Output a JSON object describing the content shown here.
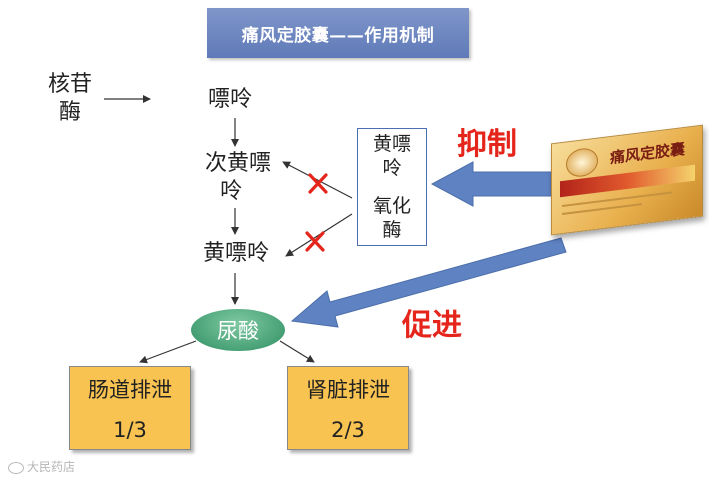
{
  "title": "痛风定胶囊——作用机制",
  "pathway": {
    "nucleoside": [
      "核苷",
      "酶"
    ],
    "purine": "嘌呤",
    "hypoxanthine": [
      "次黄嘌",
      "呤"
    ],
    "xanthine": "黄嘌呤",
    "uric_acid": "尿酸"
  },
  "enzyme": {
    "line1": [
      "黄嘌",
      "呤"
    ],
    "line2": [
      "氧化",
      "酶"
    ]
  },
  "labels": {
    "inhibit": "抑制",
    "promote": "促进"
  },
  "excretion": {
    "intestinal": {
      "label": "肠道排泄",
      "fraction": "1/3"
    },
    "renal": {
      "label": "肾脏排泄",
      "fraction": "2/3"
    }
  },
  "product": {
    "name": "痛风定胶囊"
  },
  "watermark": "大民药店",
  "colors": {
    "title_bg": "#6b84bf",
    "arrow_blue": "#5e82c2",
    "cross_red": "#e5251b",
    "uric_green": "#3e9e6f",
    "box_yellow": "#f8c350",
    "enzyme_border": "#4a6fb3"
  },
  "icons": {
    "block_mark": "cross-mark-icon",
    "watermark_logo": "chat-bubble-icon"
  }
}
